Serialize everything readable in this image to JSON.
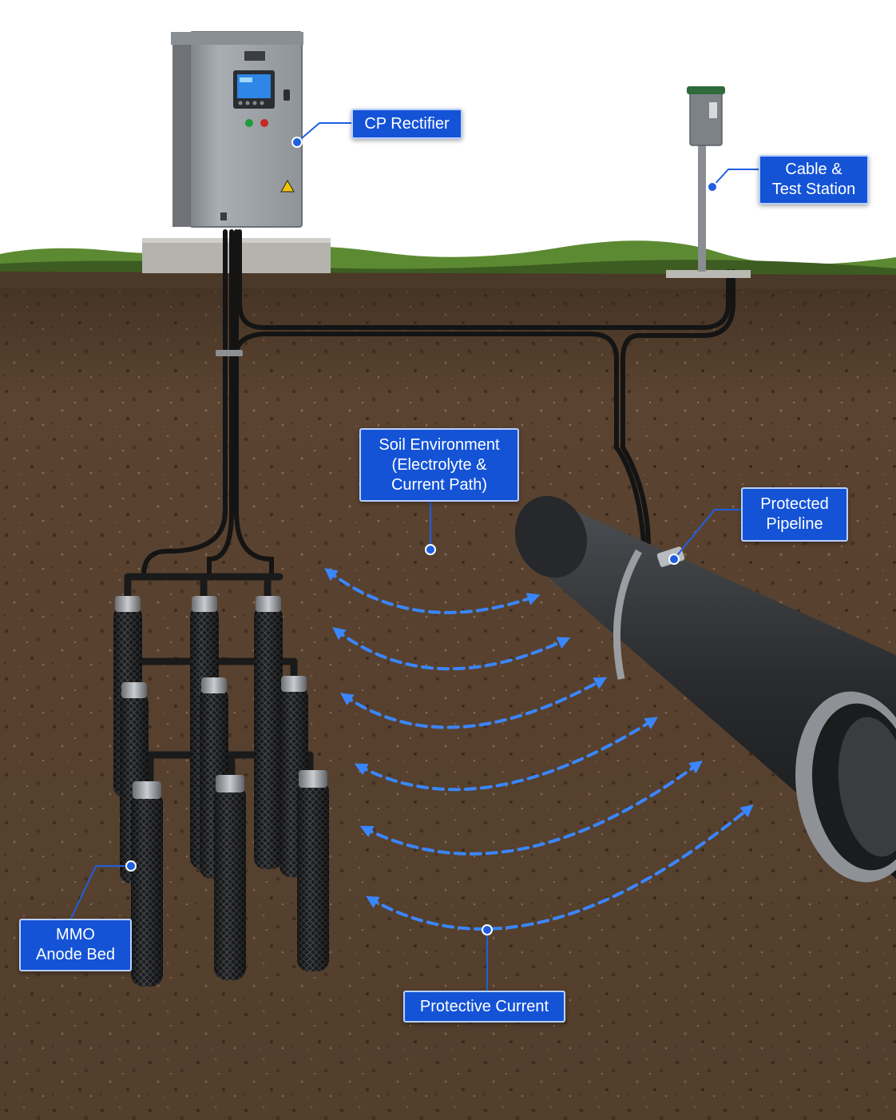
{
  "labels": {
    "cp_rectifier": {
      "lines": [
        "CP Rectifier"
      ]
    },
    "test_station": {
      "lines": [
        "Cable &",
        "Test Station"
      ]
    },
    "soil": {
      "lines": [
        "Soil Environment",
        "(Electrolyte &",
        "Current Path)"
      ]
    },
    "pipeline": {
      "lines": [
        "Protected",
        "Pipeline"
      ]
    },
    "anode_bed": {
      "lines": [
        "MMO",
        "Anode Bed"
      ]
    },
    "current": {
      "lines": [
        "Protective Current"
      ]
    }
  },
  "colors": {
    "callout_fill": "#1453d6",
    "callout_border": "#b9d0ff",
    "leader": "#1f5fe0",
    "current_arrow": "#3a86ff",
    "soil": "#5a4330",
    "grass": "#5c8a32",
    "cabinet": "#9ea3a8",
    "pipe": "#2b2d30",
    "cable": "#141414"
  },
  "icons": {
    "screen": "rectifier-display-icon",
    "warning": "high-voltage-warning-icon"
  }
}
